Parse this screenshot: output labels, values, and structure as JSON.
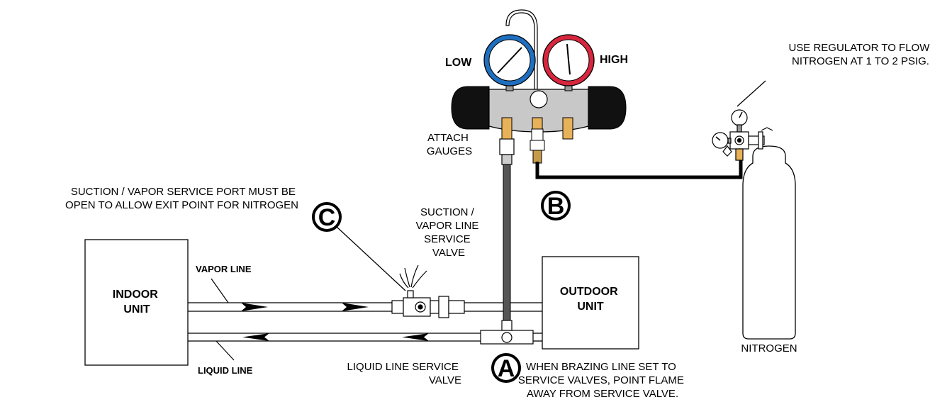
{
  "labels": {
    "low": "LOW",
    "high": "HIGH",
    "regulator": [
      "USE REGULATOR TO FLOW",
      "NITROGEN AT 1 TO 2 PSIG."
    ],
    "attach_gauges": [
      "ATTACH",
      "GAUGES"
    ],
    "suction_port_note": [
      "SUCTION / VAPOR SERVICE PORT MUST BE",
      "OPEN TO ALLOW EXIT POINT FOR NITROGEN"
    ],
    "suction_valve": [
      "SUCTION /",
      "VAPOR LINE",
      "SERVICE",
      "VALVE"
    ],
    "indoor_unit": [
      "INDOOR",
      "UNIT"
    ],
    "outdoor_unit": [
      "OUTDOOR",
      "UNIT"
    ],
    "vapor_line": "VAPOR LINE",
    "liquid_line": "LIQUID LINE",
    "liquid_valve": [
      "LIQUID LINE SERVICE",
      "VALVE"
    ],
    "brazing_note": [
      "WHEN BRAZING LINE SET TO",
      "SERVICE VALVES, POINT FLAME",
      "AWAY FROM SERVICE VALVE."
    ],
    "nitrogen": "NITROGEN"
  },
  "callouts": {
    "a": "A",
    "b": "B",
    "c": "C"
  },
  "colors": {
    "low_gauge": "#1f6fc0",
    "high_gauge": "#d7263d",
    "manifold": "#c8c8c8",
    "brass": "#e8b25a",
    "knob": "#111111"
  }
}
